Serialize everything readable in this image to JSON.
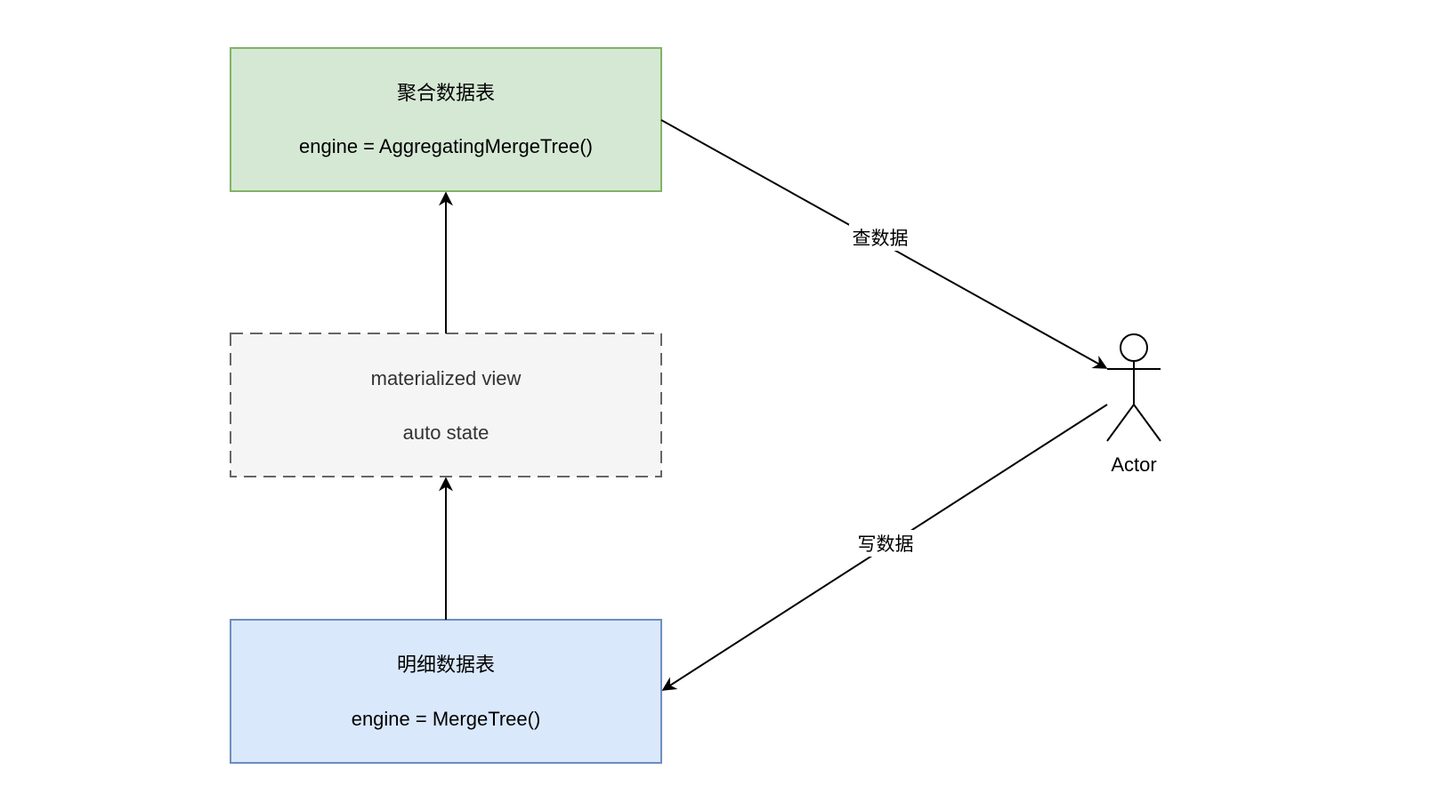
{
  "nodes": {
    "aggregate_table": {
      "title": "聚合数据表",
      "engine": "engine = AggregatingMergeTree()",
      "fill": "#d5e8d4",
      "stroke": "#82b366"
    },
    "materialized_view": {
      "title": "materialized view",
      "subtitle": "auto state",
      "fill": "#f5f5f5",
      "stroke": "#666666"
    },
    "detail_table": {
      "title": "明细数据表",
      "engine": "engine = MergeTree()",
      "fill": "#dae8fc",
      "stroke": "#6c8ebf"
    }
  },
  "edges": {
    "query_label": "查数据",
    "write_label": "写数据"
  },
  "actor": {
    "label": "Actor"
  }
}
